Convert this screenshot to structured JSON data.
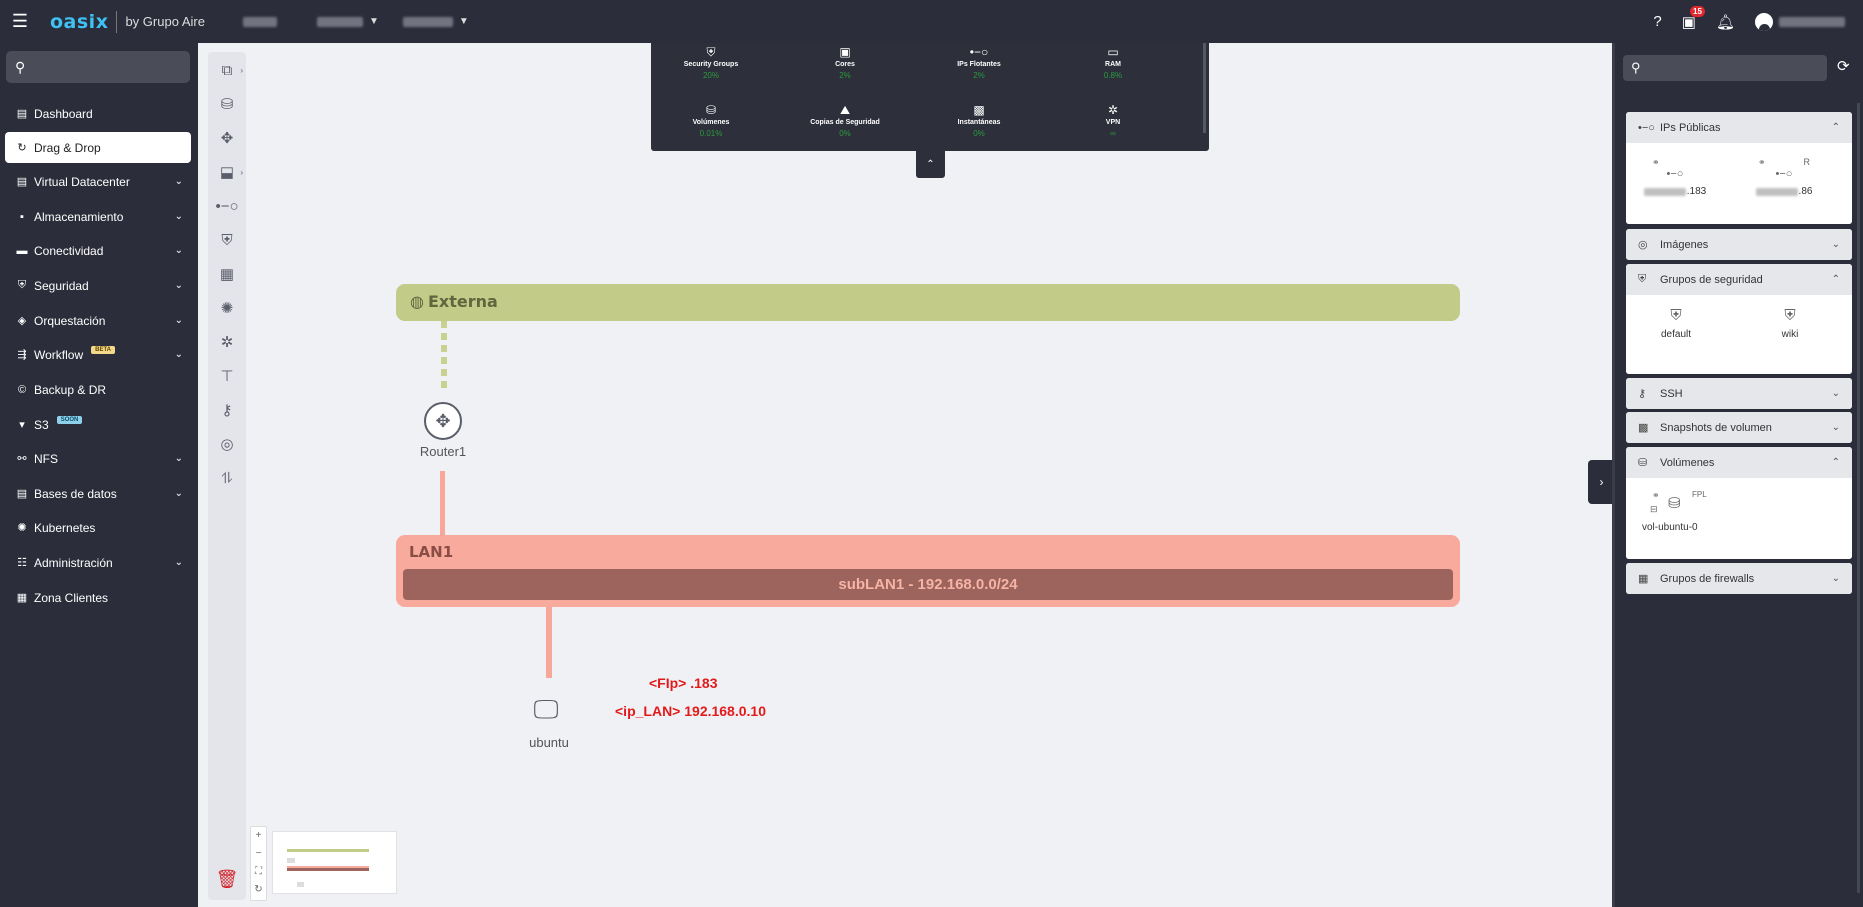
{
  "app": {
    "logo": "oasix",
    "by": "by Grupo Aire"
  },
  "topbar": {
    "help_icon": "?",
    "notification_count": "15"
  },
  "sidebar": {
    "items": [
      {
        "label": "Dashboard",
        "icon": "dashboard-icon",
        "chevron": false
      },
      {
        "label": "Drag & Drop",
        "icon": "drag-drop-icon",
        "chevron": false,
        "active": true
      },
      {
        "label": "Virtual Datacenter",
        "icon": "datacenter-icon",
        "chevron": true
      },
      {
        "label": "Almacenamiento",
        "icon": "storage-icon",
        "chevron": true
      },
      {
        "label": "Conectividad",
        "icon": "connectivity-icon",
        "chevron": true
      },
      {
        "label": "Seguridad",
        "icon": "security-icon",
        "chevron": true
      },
      {
        "label": "Orquestación",
        "icon": "orchestration-icon",
        "chevron": true
      },
      {
        "label": "Workflow",
        "icon": "workflow-icon",
        "chevron": true,
        "tag": "BETA"
      },
      {
        "label": "Backup & DR",
        "icon": "backup-icon",
        "chevron": false
      },
      {
        "label": "S3",
        "icon": "s3-icon",
        "chevron": false,
        "tag": "SOON"
      },
      {
        "label": "NFS",
        "icon": "nfs-icon",
        "chevron": true
      },
      {
        "label": "Bases de datos",
        "icon": "database-icon",
        "chevron": true
      },
      {
        "label": "Kubernetes",
        "icon": "kubernetes-icon",
        "chevron": false
      },
      {
        "label": "Administración",
        "icon": "admin-icon",
        "chevron": true
      },
      {
        "label": "Zona Clientes",
        "icon": "clients-icon",
        "chevron": false
      }
    ]
  },
  "quota": {
    "items": [
      {
        "label": "Security Groups",
        "value": "20%"
      },
      {
        "label": "Cores",
        "value": "2%"
      },
      {
        "label": "IPs Flotantes",
        "value": "2%"
      },
      {
        "label": "RAM",
        "value": "0.8%"
      },
      {
        "label": "Volúmenes",
        "value": "0.01%"
      },
      {
        "label": "Copias de Seguridad",
        "value": "0%"
      },
      {
        "label": "Instantáneas",
        "value": "0%"
      },
      {
        "label": "VPN",
        "value": "∞"
      }
    ]
  },
  "diagram": {
    "external_network": "Externa",
    "router": "Router1",
    "lan": "LAN1",
    "subnet": "subLAN1 - 192.168.0.0/24",
    "vm": "ubuntu",
    "fip_label": "<FIp> .183",
    "ip_lan_label": "<ip_LAN> 192.168.0.10"
  },
  "right_panel": {
    "sections": [
      {
        "title": "IPs Públicas",
        "icon": "public-ip-icon",
        "expanded": true
      },
      {
        "title": "Imágenes",
        "icon": "images-icon",
        "expanded": false
      },
      {
        "title": "Grupos de seguridad",
        "icon": "security-group-icon",
        "expanded": true
      },
      {
        "title": "SSH",
        "icon": "ssh-key-icon",
        "expanded": false
      },
      {
        "title": "Snapshots de volumen",
        "icon": "snapshot-icon",
        "expanded": false
      },
      {
        "title": "Volúmenes",
        "icon": "volume-icon",
        "expanded": true
      },
      {
        "title": "Grupos de firewalls",
        "icon": "firewall-icon",
        "expanded": false
      }
    ],
    "public_ips": [
      {
        "suffix": ".183",
        "tag": ""
      },
      {
        "suffix": ".86",
        "tag": "R"
      }
    ],
    "security_groups": [
      "default",
      "wiki"
    ],
    "volumes": [
      {
        "name": "vol-ubuntu-0",
        "tag": "FPL"
      }
    ]
  }
}
